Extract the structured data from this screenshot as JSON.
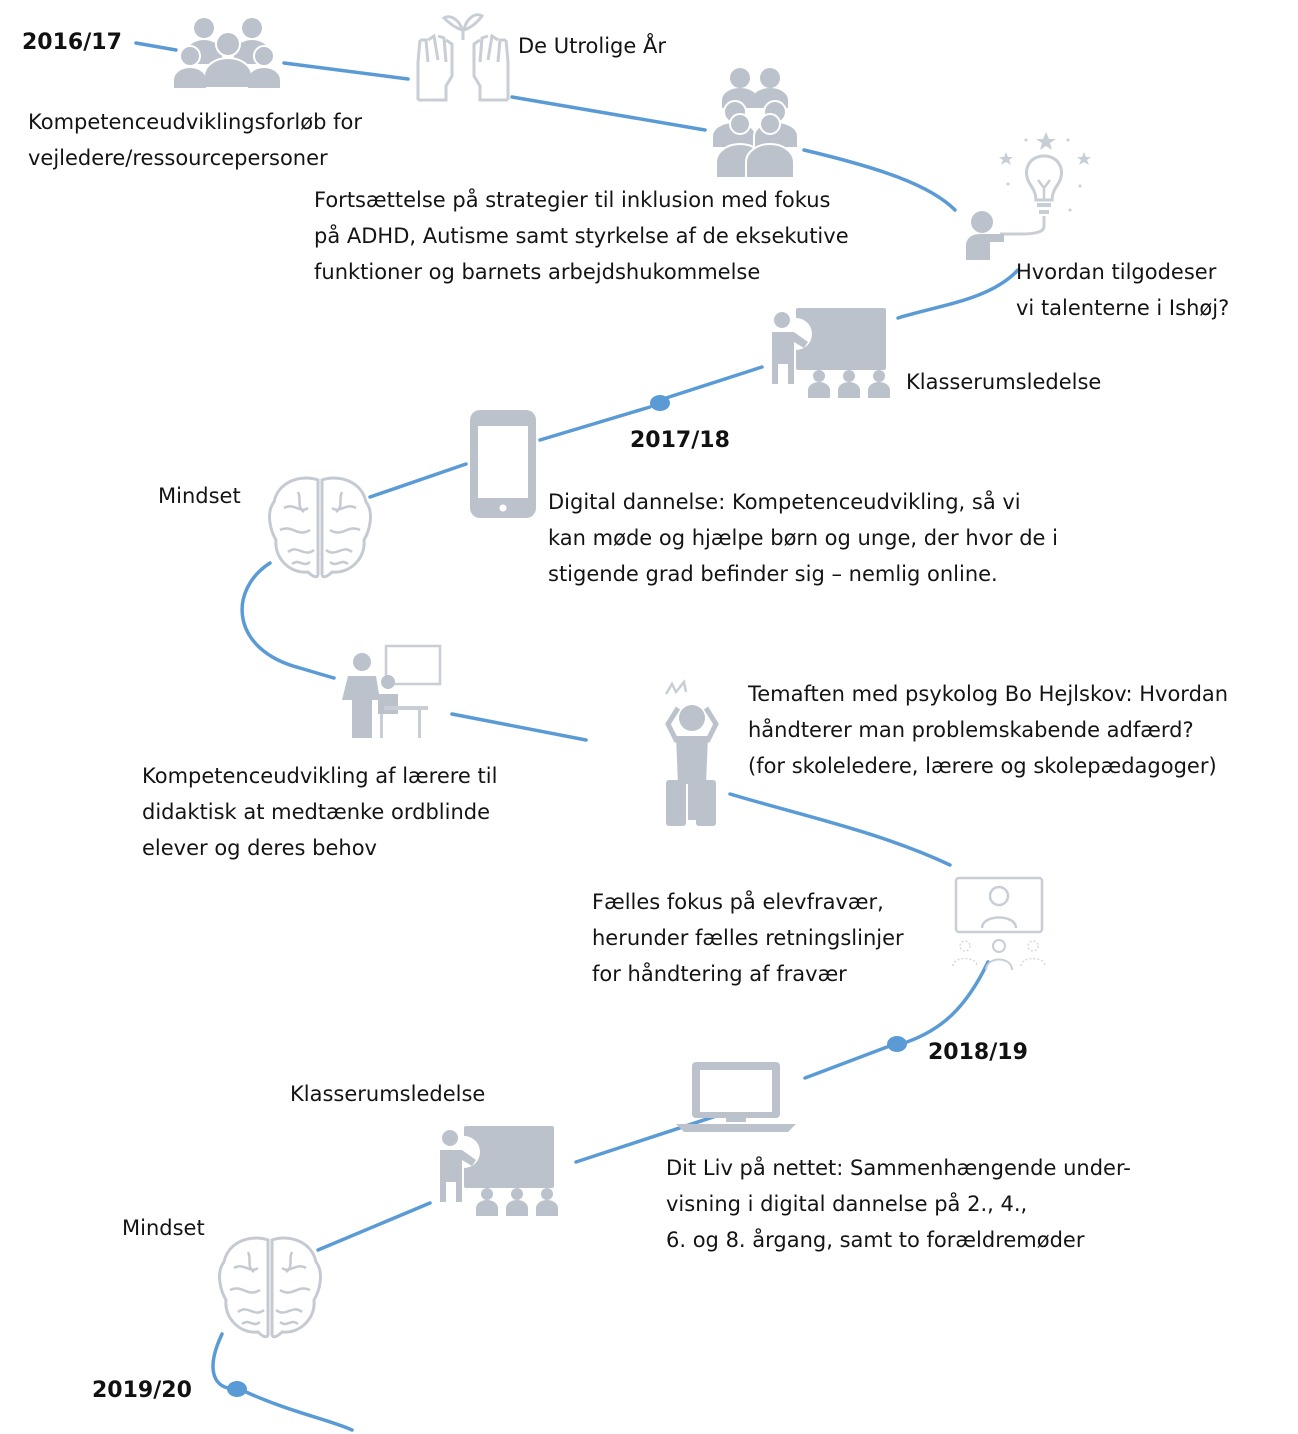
{
  "colors": {
    "line": "#5b9bd5",
    "icon": "#bcc2cc",
    "icon_light": "#d4d8de",
    "text": "#141414"
  },
  "years": {
    "y1": "2016/17",
    "y2": "2017/18",
    "y3": "2018/19",
    "y4": "2019/20"
  },
  "labels": {
    "kompetence_vejledere": [
      "Kompetenceudviklingsforløb for",
      "vejledere/ressourcepersoner"
    ],
    "utrolige_aar": "De Utrolige År",
    "inklusion": [
      "Fortsættelse på strategier til inklusion med fokus",
      "på ADHD, Autisme samt styrkelse af de eksekutive",
      "funktioner og barnets arbejdshukommelse"
    ],
    "talenter": [
      "Hvordan tilgodeser",
      "vi talenterne i Ishøj?"
    ],
    "klasserumsledelse_1": "Klasserumsledelse",
    "mindset_1": "Mindset",
    "digital_dannelse": [
      "Digital dannelse: Kompetenceudvikling, så vi",
      "kan møde og hjælpe børn og unge, der hvor de i",
      "stigende grad befinder sig – nemlig online."
    ],
    "temaaften": [
      "Temaften med psykolog Bo Hejlskov: Hvordan",
      "håndterer man problemskabende adfærd?",
      "(for skoleledere, lærere og skolepædagoger)"
    ],
    "ordblinde": [
      "Kompetenceudvikling af lærere til",
      "didaktisk at medtænke ordblinde",
      "elever og deres behov"
    ],
    "elevfravaer": [
      "Fælles fokus på elevfravær,",
      "herunder fælles retningslinjer",
      "for håndtering af fravær"
    ],
    "klasserumsledelse_2": "Klasserumsledelse",
    "dit_liv": [
      "Dit Liv på nettet: Sammenhængende under-",
      "visning i digital dannelse på 2., 4.,",
      "6. og 8. årgang, samt to forældremøder"
    ],
    "mindset_2": "Mindset"
  },
  "icons": [
    "group-icon",
    "praying-hands-icon",
    "team-icon",
    "lightbulb-idea-icon",
    "classroom-teacher-icon",
    "smartphone-icon",
    "brain-icon",
    "tutor-icon",
    "stressed-person-icon",
    "video-meeting-icon",
    "laptop-icon",
    "classroom-teacher-icon",
    "brain-icon"
  ]
}
